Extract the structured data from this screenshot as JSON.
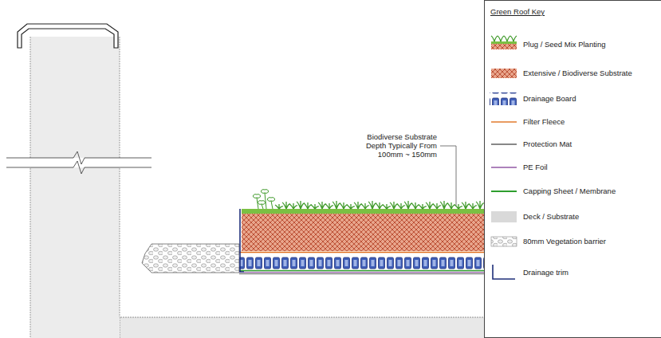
{
  "diagram": {
    "labels": [
      "Biodiverse Substrate Depth Typically From 100mm ~ 150mm",
      "Green Roof Key"
    ],
    "legend": [
      {
        "text": "Plug / Seed Mix Planting"
      },
      {
        "text": "Extensive / Biodiverse Substrate"
      },
      {
        "text": "Drainage Board"
      },
      {
        "text": "Filter Fleece"
      },
      {
        "text": "Protection Mat"
      },
      {
        "text": "PE Foil"
      },
      {
        "text": "Capping Sheet / Membrane"
      },
      {
        "text": "Deck / Substrate",
        "color": "#d9d9d9"
      },
      {
        "text": "80mm Vegetation barrier"
      },
      {
        "text": "Drainage trim"
      }
    ]
  }
}
